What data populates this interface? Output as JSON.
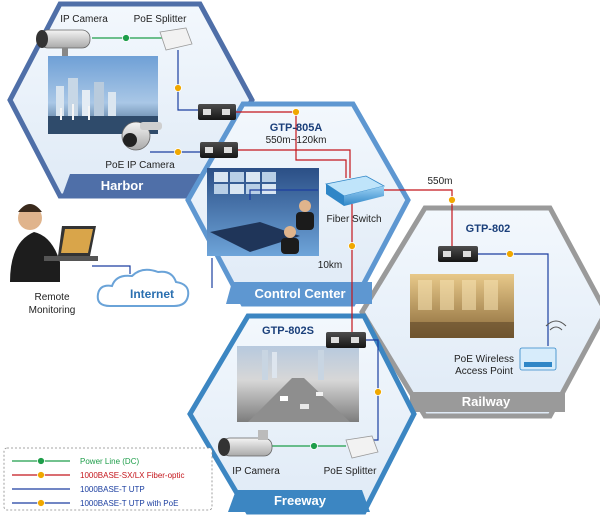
{
  "zones": {
    "harbor": "Harbor",
    "control_center": "Control Center",
    "railway": "Railway",
    "freeway": "Freeway"
  },
  "devices": {
    "harbor_ip_camera": "IP Camera",
    "harbor_poe_splitter": "PoE Splitter",
    "harbor_poe_ip_camera": "PoE IP Camera",
    "gtp_805a": "GTP-805A",
    "gtp_805a_range": "550m~120km",
    "fiber_switch": "Fiber Switch",
    "gtp_802": "GTP-802",
    "gtp_802s": "GTP-802S",
    "wireless_ap_line1": "PoE Wireless",
    "wireless_ap_line2": "Access Point",
    "freeway_ip_camera": "IP Camera",
    "freeway_poe_splitter": "PoE Splitter"
  },
  "links": {
    "dist_550m": "550m",
    "dist_10km": "10km"
  },
  "remote": {
    "line1": "Remote",
    "line2": "Monitoring",
    "internet": "Internet"
  },
  "legend": [
    {
      "label": "Power Line (DC)",
      "color": "#1e9e4a",
      "badge": "#1e9e4a"
    },
    {
      "label": "1000BASE-SX/LX Fiber-optic",
      "color": "#c4161c",
      "badge": "#f0a800"
    },
    {
      "label": "1000BASE-T UTP",
      "color": "#1c3fa0",
      "badge": "#1c3fa0"
    },
    {
      "label": "1000BASE-T UTP with PoE",
      "color": "#1c3fa0",
      "badge": "#f0a800"
    }
  ],
  "colors": {
    "harbor_frame": "#4f6fa8",
    "control_frame": "#5e97d1",
    "railway_frame": "#9a9a9a",
    "freeway_frame": "#3c86c2",
    "fiber": "#c4161c",
    "utp": "#1c3fa0",
    "power": "#1e9e4a"
  }
}
